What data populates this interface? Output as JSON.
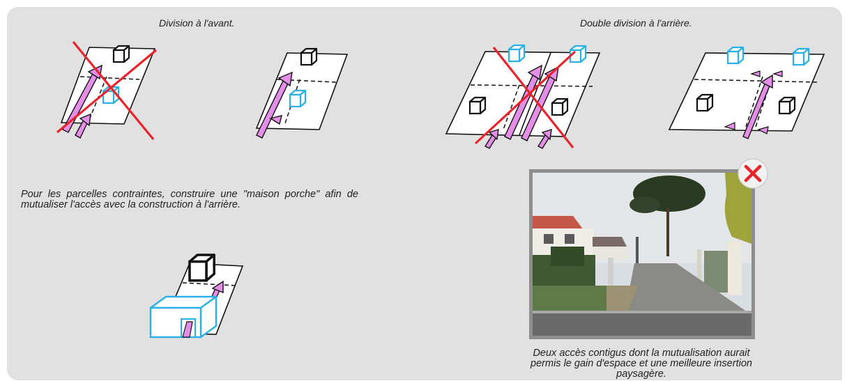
{
  "captions": {
    "front_division": "Division à l'avant.",
    "double_division": "Double division à l'arrière."
  },
  "text": {
    "maison_porche": "Pour les parcelles contraintes, construire une \"maison porche\" afin de mutualiser l'accès avec la construction à l'arrière.",
    "photo_caption": "Deux accès contigus dont la mutualisation aurait permis le gain d'espace et une meilleure insertion paysagère."
  },
  "colors": {
    "panel_background": "#e1e1e1",
    "house_front": "#222222",
    "house_back": "#2ab0e8",
    "access_arrow": "#e58ee8",
    "cross_out": "#e8242a"
  },
  "icons": [
    "reject-badge-icon",
    "house-cube-icon",
    "access-arrow-icon"
  ]
}
